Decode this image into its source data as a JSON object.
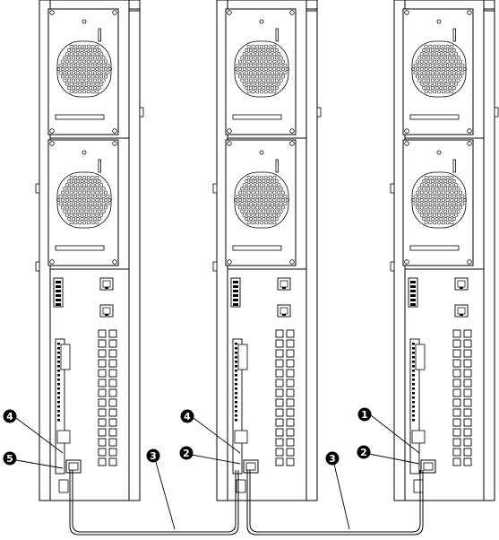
{
  "diagram": {
    "panel_count": 3,
    "colors": {
      "line": "#000000",
      "fill": "#ffffff",
      "callout_fill": "#000000",
      "callout_text": "#ffffff"
    },
    "callouts": [
      {
        "id": "c4a",
        "label": "4"
      },
      {
        "id": "c5",
        "label": "5"
      },
      {
        "id": "c3a",
        "label": "3"
      },
      {
        "id": "c4b",
        "label": "4"
      },
      {
        "id": "c2a",
        "label": "2"
      },
      {
        "id": "c3b",
        "label": "3"
      },
      {
        "id": "c1",
        "label": "1"
      },
      {
        "id": "c2b",
        "label": "2"
      }
    ]
  }
}
